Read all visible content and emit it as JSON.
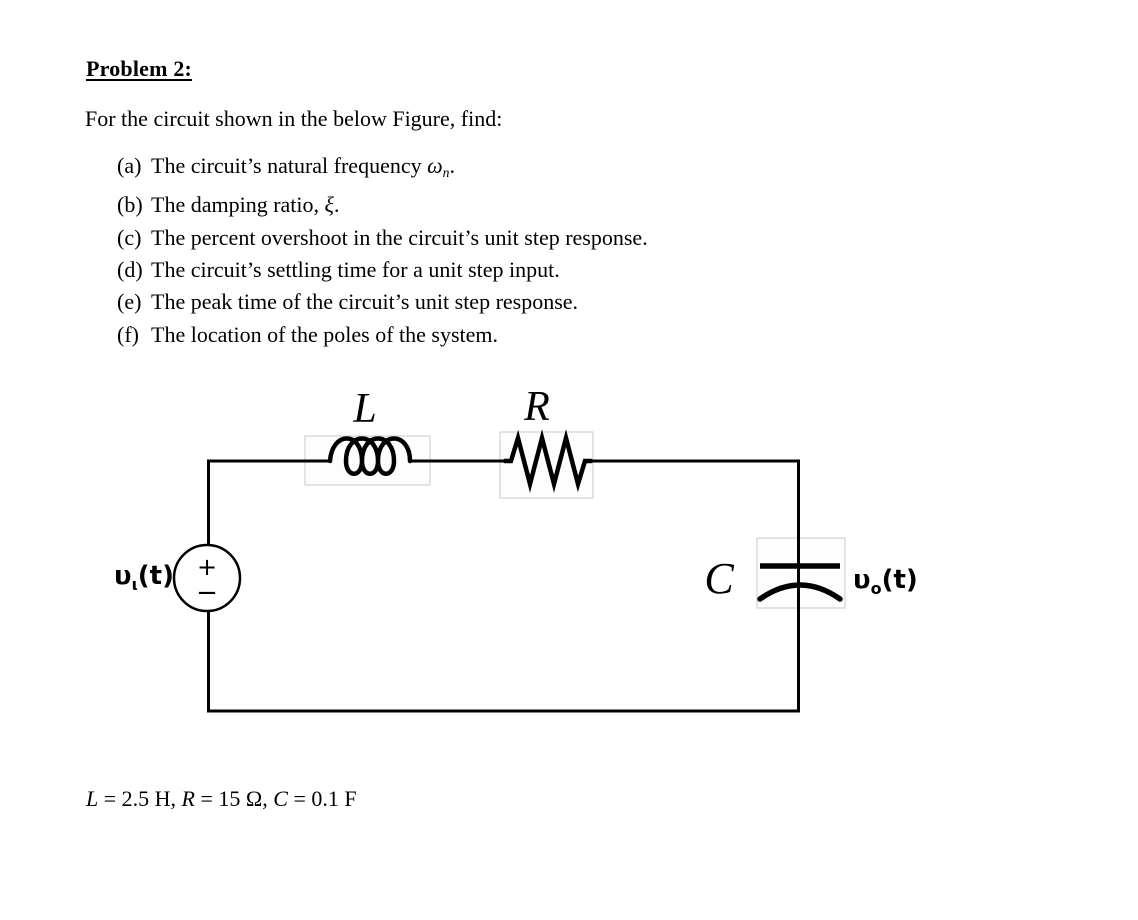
{
  "title": "Problem 2:",
  "intro": "For the circuit shown in the below Figure, find:",
  "items": [
    {
      "label": "(a)",
      "segments": [
        {
          "t": "The circuit’s natural frequency "
        },
        {
          "t": "ω",
          "i": true
        },
        {
          "t": "n",
          "i": true,
          "sub": true
        },
        {
          "t": "."
        }
      ]
    },
    {
      "label": "(b)",
      "segments": [
        {
          "t": "The damping ratio, "
        },
        {
          "t": "ξ",
          "i": true
        },
        {
          "t": "."
        }
      ]
    },
    {
      "label": "(c)",
      "segments": [
        {
          "t": "The percent overshoot in the circuit’s unit step response."
        }
      ]
    },
    {
      "label": "(d)",
      "segments": [
        {
          "t": "The circuit’s settling time for a unit step input."
        }
      ]
    },
    {
      "label": "(e)",
      "segments": [
        {
          "t": "The peak time of the circuit’s unit step response."
        }
      ]
    },
    {
      "label": "(f)",
      "segments": [
        {
          "t": "The location of the poles of the system."
        }
      ]
    }
  ],
  "circuit": {
    "inductor_label": "L",
    "resistor_label": "R",
    "capacitor_label": "C",
    "source_plus": "+",
    "source_minus": "−",
    "input_label": {
      "base": "υ",
      "sub": "ι",
      "suffix": "(t)"
    },
    "output_label": {
      "base": "υ",
      "sub": "o",
      "suffix": "(t)"
    }
  },
  "values_line": {
    "segments": [
      {
        "t": "L",
        "i": true
      },
      {
        "t": " = 2.5 H, "
      },
      {
        "t": "R",
        "i": true
      },
      {
        "t": " = 15 Ω, "
      },
      {
        "t": "C",
        "i": true
      },
      {
        "t": " = 0.1 F"
      }
    ]
  },
  "colors": {
    "ink": "#000000",
    "background": "#ffffff",
    "component_box_border": "#c9c9c9",
    "component_box_bg": "#fdfdfd"
  }
}
